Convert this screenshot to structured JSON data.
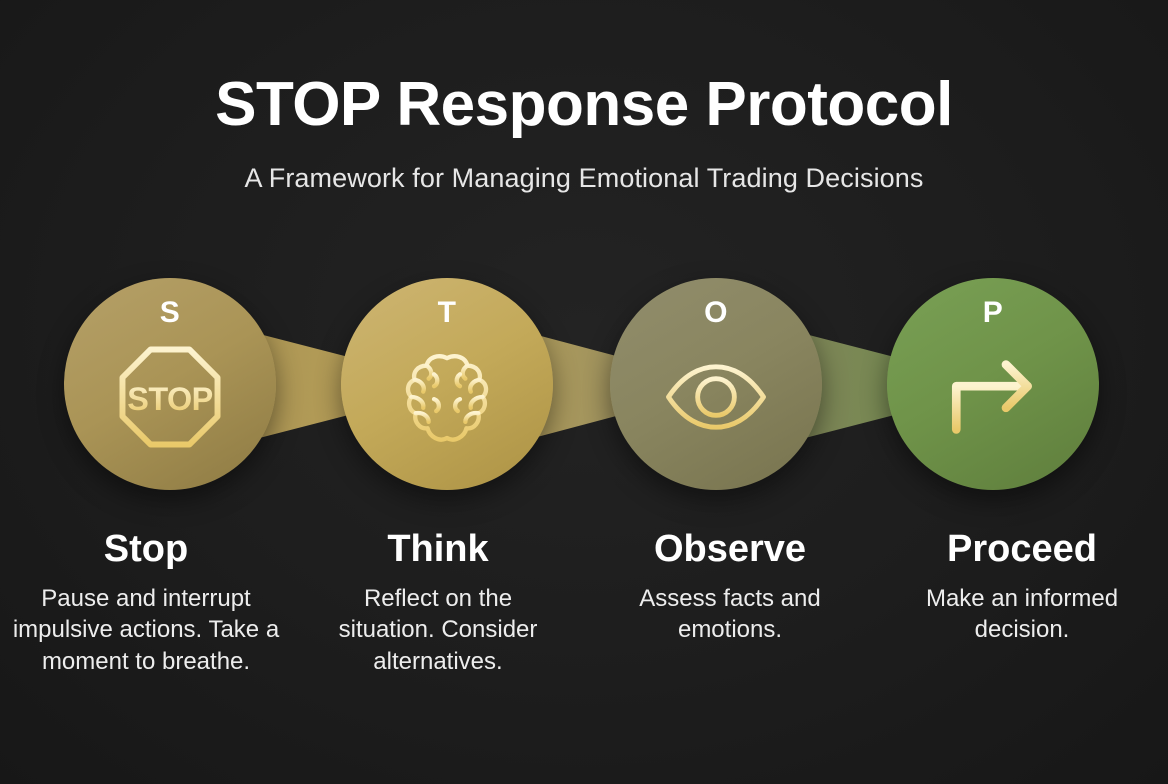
{
  "header": {
    "title": "STOP Response Protocol",
    "subtitle": "A Framework for Managing Emotional Trading Decisions"
  },
  "theme": {
    "background": "#1b1b1b",
    "title_color": "#ffffff",
    "subtitle_color": "#e6e6e6",
    "icon_color": "#f6e6b0"
  },
  "steps": [
    {
      "letter": "S",
      "icon": "stop-sign-icon",
      "icon_text": "STOP",
      "title": "Stop",
      "description": "Pause and interrupt impulsive actions. Take a moment to breathe.",
      "circle_color": "#aa9456"
    },
    {
      "letter": "T",
      "icon": "brain-icon",
      "title": "Think",
      "description": "Reflect on the situation. Consider alternatives.",
      "circle_color": "#c3a959"
    },
    {
      "letter": "O",
      "icon": "eye-icon",
      "title": "Observe",
      "description": "Assess facts and emotions.",
      "circle_color": "#89855f"
    },
    {
      "letter": "P",
      "icon": "arrow-turn-right-icon",
      "title": "Proceed",
      "description": "Make an informed decision.",
      "circle_color": "#6f9349"
    }
  ],
  "connectors": [
    {
      "name": "connector-stop-to-think",
      "from_color": "#aa9456",
      "to_color": "#b79f55"
    },
    {
      "name": "connector-think-to-observe",
      "from_color": "#bda457",
      "to_color": "#8b865e"
    },
    {
      "name": "connector-observe-to-proceed",
      "from_color": "#87835d",
      "to_color": "#6d8c4c"
    }
  ]
}
